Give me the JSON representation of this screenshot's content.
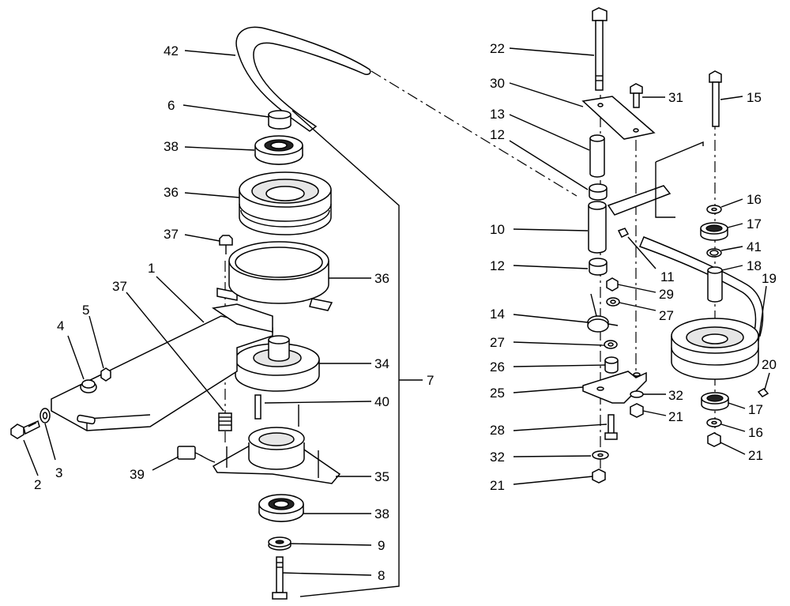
{
  "callouts": [
    {
      "key": "c42",
      "label": "42"
    },
    {
      "key": "c6",
      "label": "6"
    },
    {
      "key": "c38a",
      "label": "38"
    },
    {
      "key": "c36a",
      "label": "36"
    },
    {
      "key": "c37a",
      "label": "37"
    },
    {
      "key": "c1",
      "label": "1"
    },
    {
      "key": "c37b",
      "label": "37"
    },
    {
      "key": "c36b",
      "label": "36"
    },
    {
      "key": "c4",
      "label": "4"
    },
    {
      "key": "c5",
      "label": "5"
    },
    {
      "key": "c34",
      "label": "34"
    },
    {
      "key": "c7",
      "label": "7"
    },
    {
      "key": "c40",
      "label": "40"
    },
    {
      "key": "c2",
      "label": "2"
    },
    {
      "key": "c3",
      "label": "3"
    },
    {
      "key": "c39",
      "label": "39"
    },
    {
      "key": "c35",
      "label": "35"
    },
    {
      "key": "c38b",
      "label": "38"
    },
    {
      "key": "c9",
      "label": "9"
    },
    {
      "key": "c8",
      "label": "8"
    },
    {
      "key": "c22",
      "label": "22"
    },
    {
      "key": "c30",
      "label": "30"
    },
    {
      "key": "c31",
      "label": "31"
    },
    {
      "key": "c15",
      "label": "15"
    },
    {
      "key": "c13",
      "label": "13"
    },
    {
      "key": "c12a",
      "label": "12"
    },
    {
      "key": "c16a",
      "label": "16"
    },
    {
      "key": "c10",
      "label": "10"
    },
    {
      "key": "c17a",
      "label": "17"
    },
    {
      "key": "c41",
      "label": "41"
    },
    {
      "key": "c12b",
      "label": "12"
    },
    {
      "key": "c11",
      "label": "11"
    },
    {
      "key": "c18",
      "label": "18"
    },
    {
      "key": "c19",
      "label": "19"
    },
    {
      "key": "c29",
      "label": "29"
    },
    {
      "key": "c27a",
      "label": "27"
    },
    {
      "key": "c14",
      "label": "14"
    },
    {
      "key": "c27b",
      "label": "27"
    },
    {
      "key": "c26",
      "label": "26"
    },
    {
      "key": "c20",
      "label": "20"
    },
    {
      "key": "c25",
      "label": "25"
    },
    {
      "key": "c32a",
      "label": "32"
    },
    {
      "key": "c21a",
      "label": "21"
    },
    {
      "key": "c17b",
      "label": "17"
    },
    {
      "key": "c28",
      "label": "28"
    },
    {
      "key": "c16b",
      "label": "16"
    },
    {
      "key": "c32b",
      "label": "32"
    },
    {
      "key": "c21b",
      "label": "21"
    },
    {
      "key": "c21c",
      "label": "21"
    }
  ]
}
